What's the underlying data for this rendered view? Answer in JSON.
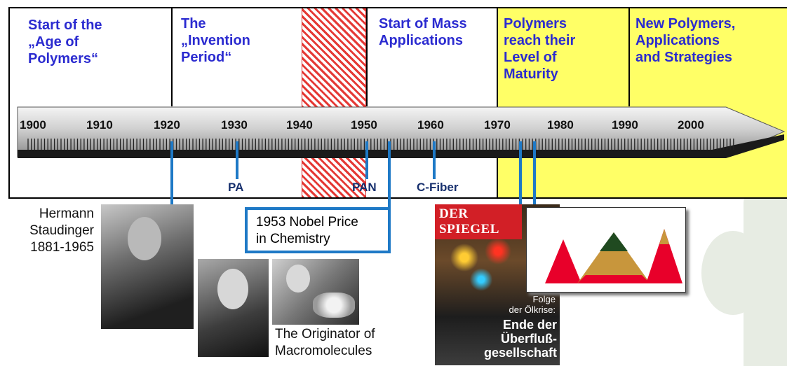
{
  "eras": [
    {
      "title": "Start of the\n„Age of\nPolymers“"
    },
    {
      "title": "The\n„Invention\nPeriod“"
    },
    {
      "title": "Start of Mass\nApplications"
    },
    {
      "title": "Polymers\nreach their\nLevel of\nMaturity"
    },
    {
      "title": "New Polymers,\nApplications\nand Strategies"
    }
  ],
  "years": [
    "1900",
    "1910",
    "1920",
    "1930",
    "1940",
    "1950",
    "1960",
    "1970",
    "1980",
    "1990",
    "2000"
  ],
  "markers": [
    "PA",
    "PAN",
    "C-Fiber"
  ],
  "staudinger_caption": "Hermann\nStaudinger\n1881-1965",
  "nobel_text": "1953 Nobel Price\nin Chemistry",
  "originator_caption": "The Originator of\nMacromolecules",
  "magazine": {
    "masthead": "DER SPIEGEL",
    "subtitle": "Folge\nder Ölkrise:",
    "headline": "Ende der\nÜberfluß-\ngesellschaft"
  },
  "colors": {
    "era_text": "#2b2bd0",
    "marker_text": "#17306e",
    "connector": "#1e79c6",
    "highlight": "#ffff66",
    "hatch": "#e53935"
  }
}
